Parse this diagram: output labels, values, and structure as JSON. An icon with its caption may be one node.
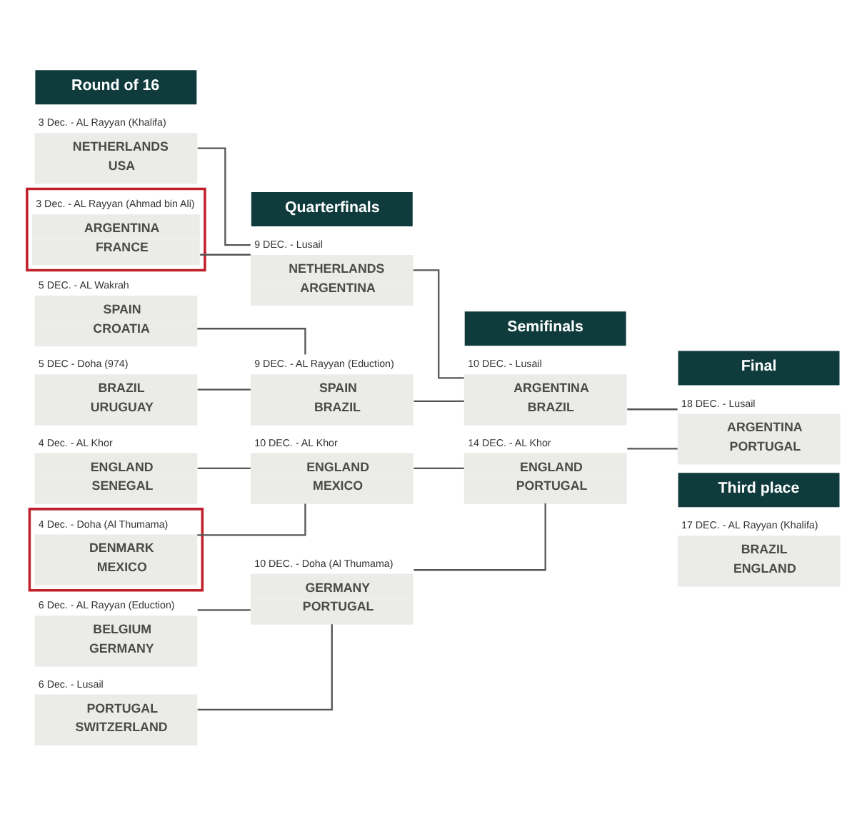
{
  "diagram": {
    "nodes": [
      {
        "text": [
          "Round of 16"
        ]
      },
      {
        "text": [
          "Quarterfinals"
        ]
      },
      {
        "text": [
          "Semifinals"
        ]
      },
      {
        "text": [
          "Final"
        ]
      },
      {
        "text": [
          "3 Dec. - AL Rayyan (Khalifa)",
          "NETHERLANDS",
          "USA"
        ]
      },
      {
        "text": [],
        "shape": "box"
      },
      {
        "text": [
          "3 Dec. - AL Rayyan (Ahmad bin Ali)",
          "ARGENTINA",
          "FRANCE"
        ],
        "in": 5
      },
      {
        "text": [
          "5 DEC. - AL Wakrah",
          "SPAIN",
          "CROATIA"
        ]
      },
      {
        "text": [
          "5 DEC - Doha (974)",
          "BRAZIL",
          "URUGUAY"
        ]
      },
      {
        "text": [
          "4 Dec. - AL Khor",
          "ENGLAND",
          "SENEGAL"
        ]
      },
      {
        "text": [],
        "shape": "box"
      },
      {
        "text": [
          "4 Dec. - Doha (Al Thumama)",
          "DENMARK",
          "MEXICO"
        ],
        "in": 10
      },
      {
        "text": [
          "6 Dec. - AL Rayyan (Eduction)",
          "BELGIUM",
          "GERMANY"
        ]
      },
      {
        "text": [
          "6 Dec. - Lusail",
          "PORTUGAL",
          "SWITZERLAND"
        ]
      },
      {
        "text": [
          "9 DEC. - Lusail",
          "NETHERLANDS",
          "ARGENTINA"
        ]
      },
      {
        "text": [
          "9 DEC. - AL Rayyan (Eduction)",
          "SPAIN",
          "BRAZIL"
        ]
      },
      {
        "text": [
          "10 DEC. - AL Khor",
          "ENGLAND",
          "MEXICO"
        ]
      },
      {
        "text": [
          "10 DEC. - Doha (Al Thumama)",
          "GERMANY",
          "PORTUGAL"
        ]
      },
      {
        "text": [
          "10 DEC. - Lusail",
          "ARGENTINA",
          "BRAZIL"
        ]
      },
      {
        "text": [
          "14 DEC. - AL Khor",
          "ENGLAND",
          "PORTUGAL"
        ]
      },
      {
        "text": [
          "18 DEC. - Lusail",
          "ARGENTINA",
          "PORTUGAL"
        ]
      },
      {
        "text": [
          "Third place"
        ]
      },
      {
        "text": [
          "17 DEC. - AL Rayyan (Khalifa)",
          "BRAZIL",
          "ENGLAND"
        ]
      }
    ],
    "edges": [
      {
        "from": 4,
        "to": 14,
        "arrow": "none"
      },
      {
        "from": 6,
        "to": 14,
        "arrow": "none"
      },
      {
        "from": 7,
        "to": 15,
        "arrow": "none"
      },
      {
        "from": 8,
        "to": 15,
        "arrow": "none"
      },
      {
        "from": 9,
        "to": 16,
        "arrow": "none"
      },
      {
        "from": 11,
        "to": 16,
        "arrow": "none"
      },
      {
        "from": 12,
        "to": 17,
        "arrow": "none"
      },
      {
        "from": 13,
        "to": 17,
        "arrow": "none"
      },
      {
        "from": 14,
        "to": 18,
        "arrow": "none"
      },
      {
        "from": 15,
        "to": 18,
        "arrow": "none"
      },
      {
        "from": 16,
        "to": 19,
        "arrow": "none"
      },
      {
        "from": 17,
        "to": 19,
        "arrow": "none"
      },
      {
        "from": 18,
        "to": 20,
        "arrow": "none"
      },
      {
        "from": 19,
        "to": 20,
        "arrow": "none"
      }
    ]
  }
}
